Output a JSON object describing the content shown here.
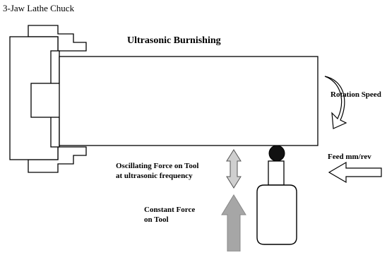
{
  "diagram": {
    "chuck_label": "3-Jaw Lathe Chuck",
    "title": "Ultrasonic Burnishing",
    "rotation_label": "Rotation Speed",
    "feed_label": "Feed mm/rev",
    "oscillating_label": "Oscillating Force on Tool\nat ultrasonic frequency",
    "constant_label": "Constant Force\non Tool",
    "colors": {
      "outline": "#000000",
      "constant_arrow": "#a6a6a6",
      "oscillating_arrow": "#cfcfcf",
      "ball": "#111111",
      "background": "#ffffff"
    }
  }
}
